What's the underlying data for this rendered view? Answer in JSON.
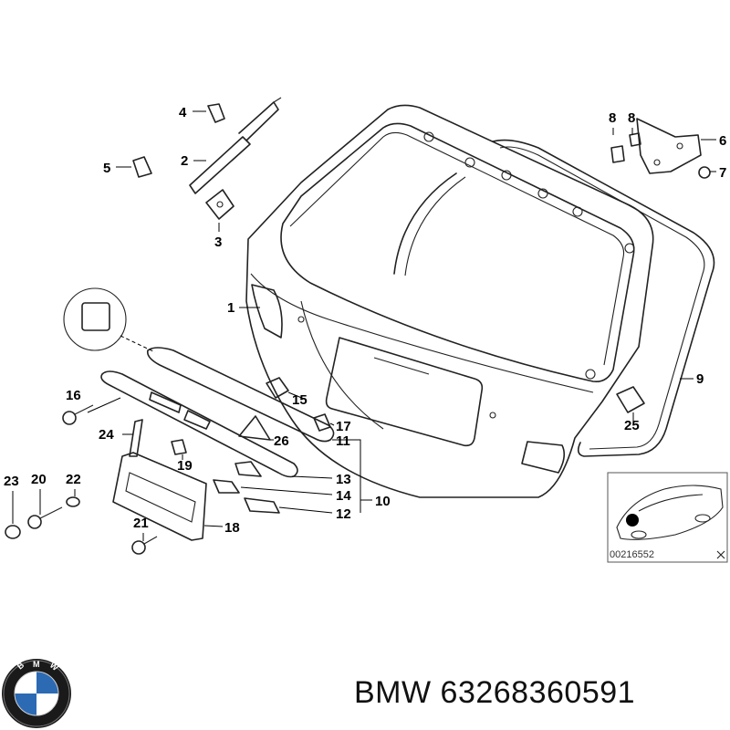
{
  "diagram": {
    "callouts": [
      "1",
      "2",
      "3",
      "4",
      "5",
      "6",
      "7",
      "8",
      "8",
      "9",
      "10",
      "11",
      "12",
      "13",
      "14",
      "15",
      "16",
      "17",
      "18",
      "19",
      "20",
      "21",
      "22",
      "23",
      "24",
      "25",
      "26"
    ],
    "inset_reference": "00216552"
  },
  "caption": {
    "brand": "BMW",
    "part_number": "63268360591"
  },
  "logo": {
    "letters": [
      "B",
      "M",
      "W"
    ],
    "colors": {
      "blue": "#2d6ab4",
      "white": "#ffffff",
      "ring": "#1a1a1a"
    }
  }
}
